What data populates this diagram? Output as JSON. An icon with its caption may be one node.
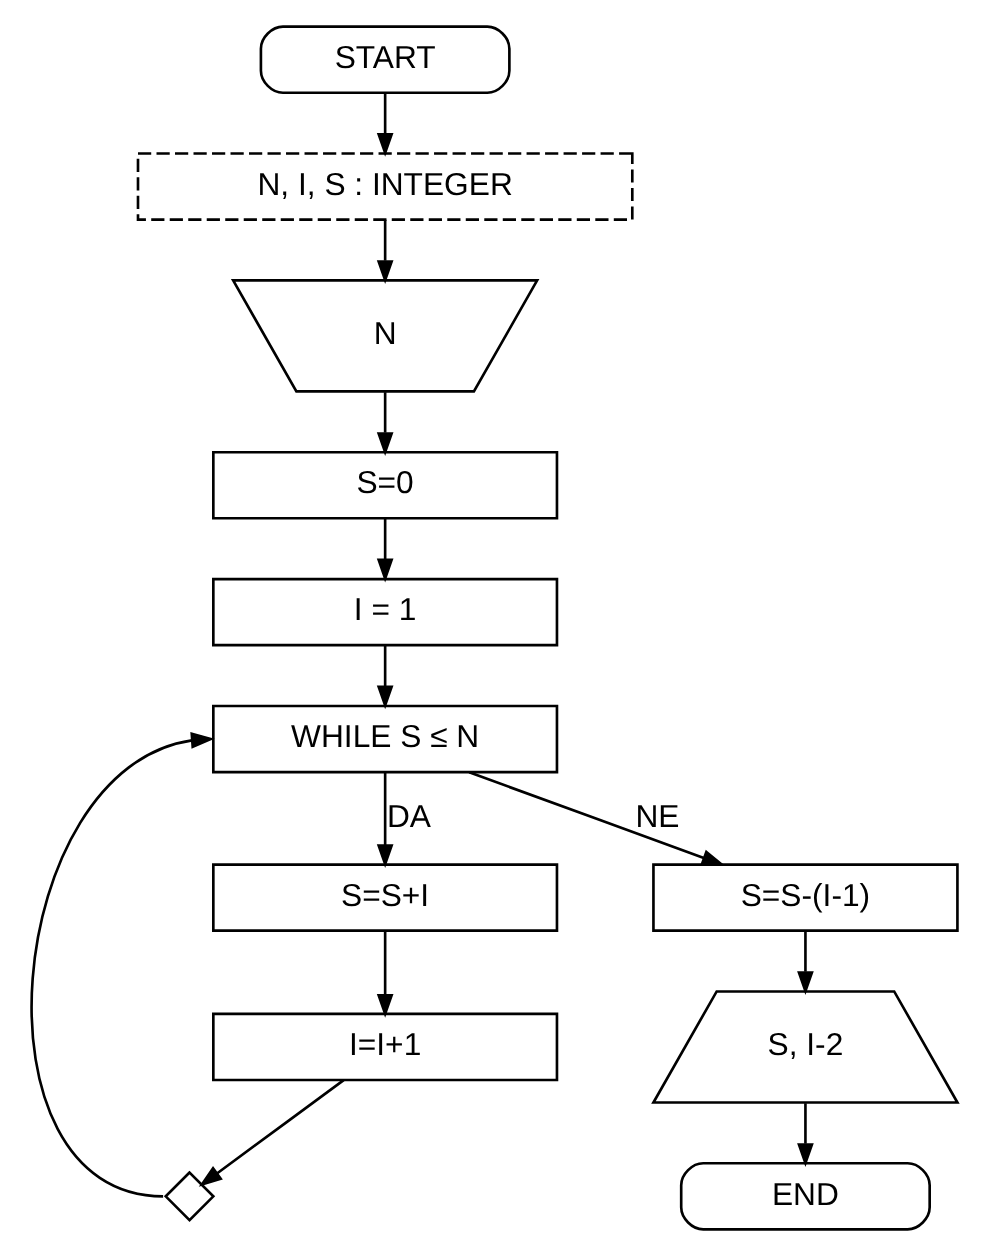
{
  "diagram": {
    "nodes": [
      {
        "text": [
          "START"
        ]
      },
      {
        "text": [
          "N, I, S : INTEGER"
        ]
      },
      {
        "text": [
          "N"
        ]
      },
      {
        "text": [
          "S=0"
        ]
      },
      {
        "text": [
          "I = 1"
        ]
      },
      {
        "text": [
          "WHILE S ≤ N"
        ]
      },
      {
        "text": [
          "S=S+I"
        ]
      },
      {
        "text": [
          "I=I+1"
        ]
      },
      {
        "text": [],
        "shape": "diamond"
      },
      {
        "text": [
          "S=S-(I-1)"
        ]
      },
      {
        "text": [
          "S, I-2"
        ]
      },
      {
        "text": [
          "END"
        ]
      }
    ],
    "edges": [
      {
        "from": 0,
        "to": 1,
        "arrow": "to"
      },
      {
        "from": 1,
        "to": 2,
        "arrow": "to"
      },
      {
        "from": 2,
        "to": 3,
        "arrow": "to"
      },
      {
        "from": 3,
        "to": 4,
        "arrow": "to"
      },
      {
        "from": 4,
        "to": 5,
        "arrow": "to"
      },
      {
        "from": 5,
        "to": 6,
        "arrow": "to",
        "label": "DA"
      },
      {
        "from": 6,
        "to": 7,
        "arrow": "to"
      },
      {
        "from": 7,
        "to": 8,
        "arrow": "to"
      },
      {
        "from": 8,
        "to": 5,
        "arrow": "to"
      },
      {
        "from": 5,
        "to": 9,
        "arrow": "to",
        "label": "NE"
      },
      {
        "from": 9,
        "to": 10,
        "arrow": "to"
      },
      {
        "from": 10,
        "to": 11,
        "arrow": "to"
      }
    ]
  }
}
